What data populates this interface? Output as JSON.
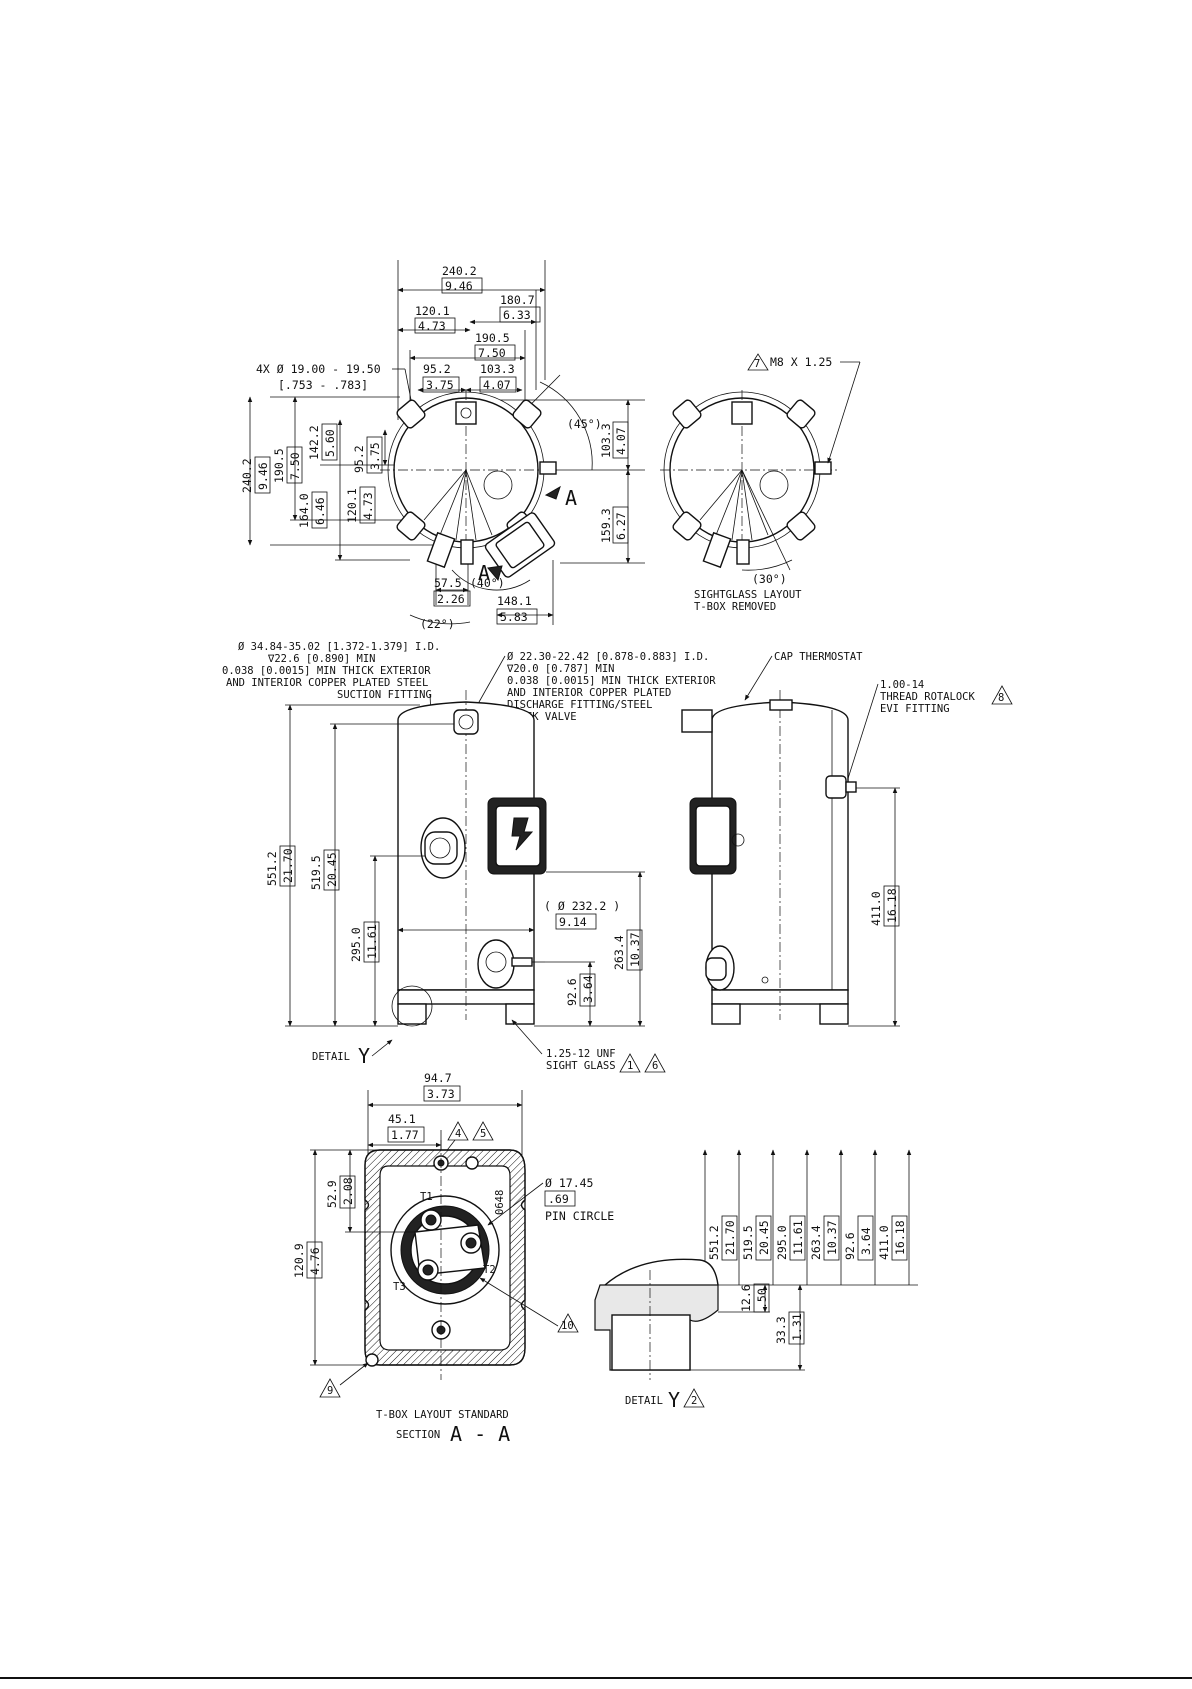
{
  "top_view": {
    "dims": {
      "width_240": "240.2",
      "width_240_in": "9.46",
      "d_180": "180.7",
      "d_180_in": "6.33",
      "d_120": "120.1",
      "d_120_in": "4.73",
      "d_190": "190.5",
      "d_190_in": "7.50",
      "d_95": "95.2",
      "d_95_in": "3.75",
      "d_103": "103.3",
      "d_103_in": "4.07",
      "mount_holes": "4X Ø 19.00 - 19.50",
      "mount_holes_in": "[.753 - .783]",
      "angle_45": "(45°)",
      "right_103": "103.3",
      "right_103_in": "4.07",
      "right_159": "159.3",
      "right_159_in": "6.27",
      "left_240": "240.2",
      "left_240_in": "9.46",
      "left_190": "190.5",
      "left_190_in": "7.50",
      "left_142": "142.2",
      "left_142_in": "5.60",
      "left_95": "95.2",
      "left_95_in": "3.75",
      "left_164": "164.0",
      "left_164_in": "6.46",
      "left_120": "120.1",
      "left_120_in": "4.73",
      "b_57": "57.5",
      "b_57_in": "2.26",
      "angle_40": "(40°)",
      "b_148": "148.1",
      "b_148_in": "5.83",
      "angle_22": "(22°)",
      "section_a": "A"
    }
  },
  "sightglass_view": {
    "note_num": "7",
    "thread": "M8 X 1.25",
    "angle_30": "(30°)",
    "caption_1": "SIGHTGLASS LAYOUT",
    "caption_2": "T-BOX REMOVED"
  },
  "front_view": {
    "suction_1": "Ø 34.84-35.02 [1.372-1.379] I.D.",
    "suction_2": "∇22.6 [0.890] MIN",
    "suction_3": "0.038 [0.0015] MIN THICK EXTERIOR",
    "suction_4": "AND INTERIOR COPPER PLATED STEEL",
    "suction_5": "SUCTION FITTING",
    "discharge_1": "Ø 22.30-22.42 [0.878-0.883] I.D.",
    "discharge_2": "∇20.0 [0.787] MIN",
    "discharge_3": "0.038 [0.0015] MIN THICK EXTERIOR",
    "discharge_4": "AND INTERIOR COPPER PLATED",
    "discharge_5": "DISCHARGE FITTING/STEEL",
    "discharge_6": "CHECK VALVE",
    "h_551": "551.2",
    "h_551_in": "21.70",
    "h_519": "519.5",
    "h_519_in": "20.45",
    "h_295": "295.0",
    "h_295_in": "11.61",
    "h_263": "263.4",
    "h_263_in": "10.37",
    "h_92": "92.6",
    "h_92_in": "3.64",
    "dia_232": "( Ø 232.2 )",
    "dia_232_in": "9.14",
    "detail_y": "DETAIL",
    "detail_y_letter": "Y",
    "sight_glass_1": "1.25-12 UNF",
    "sight_glass_2": "SIGHT GLASS",
    "note_1": "1",
    "note_6": "6"
  },
  "side_view": {
    "cap_thermostat": "CAP THERMOSTAT",
    "evi_1": "1.00-14",
    "evi_2": "THREAD ROTALOCK",
    "evi_3": "EVI FITTING",
    "note_8": "8",
    "h_411": "411.0",
    "h_411_in": "16.18"
  },
  "tbox_section": {
    "d_94": "94.7",
    "d_94_in": "3.73",
    "d_45": "45.1",
    "d_45_in": "1.77",
    "note_4": "4",
    "note_5": "5",
    "d_52": "52.9",
    "d_52_in": "2.08",
    "d_120": "120.9",
    "d_120_in": "4.76",
    "pin_dia": "Ø 17.45",
    "pin_dia_in": ".69",
    "pin_circle": "PIN CIRCLE",
    "t1": "T1",
    "t2": "T2",
    "t3": "T3",
    "code": "0648",
    "note_10": "10",
    "note_9": "9",
    "caption_1": "T-BOX LAYOUT STANDARD",
    "caption_2": "SECTION",
    "caption_3": "A - A"
  },
  "detail_y": {
    "heights": [
      {
        "mm": "551.2",
        "in": "21.70"
      },
      {
        "mm": "519.5",
        "in": "20.45"
      },
      {
        "mm": "295.0",
        "in": "11.61"
      },
      {
        "mm": "263.4",
        "in": "10.37"
      },
      {
        "mm": "92.6",
        "in": "3.64"
      },
      {
        "mm": "411.0",
        "in": "16.18"
      }
    ],
    "d_12": "12.6",
    "d_12_in": ".50",
    "d_33": "33.3",
    "d_33_in": "1.31",
    "caption": "DETAIL",
    "caption_letter": "Y",
    "note_2": "2"
  }
}
